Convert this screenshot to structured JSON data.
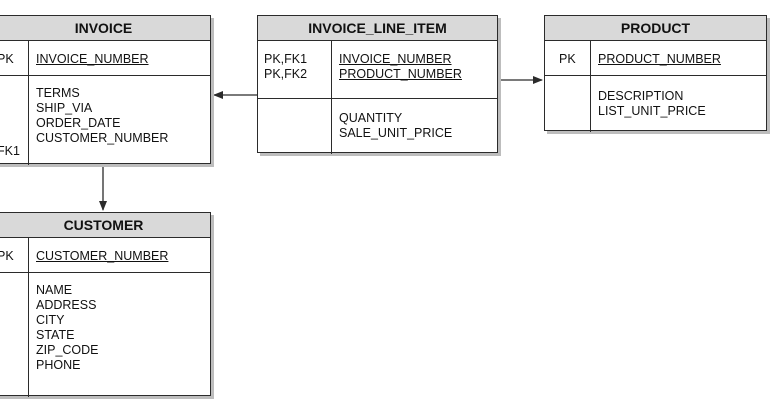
{
  "entities": {
    "invoice": {
      "title": "INVOICE",
      "pk_keys": [
        "PK"
      ],
      "pk_attrs": [
        "INVOICE_NUMBER"
      ],
      "attr_keys": [
        "",
        "",
        "",
        "FK1"
      ],
      "attrs": [
        "TERMS",
        "SHIP_VIA",
        "ORDER_DATE",
        "CUSTOMER_NUMBER"
      ]
    },
    "invoice_line_item": {
      "title": "INVOICE_LINE_ITEM",
      "pk_keys": [
        "PK,FK1",
        "PK,FK2"
      ],
      "pk_attrs": [
        "INVOICE_NUMBER",
        "PRODUCT_NUMBER"
      ],
      "attr_keys": [
        "",
        ""
      ],
      "attrs": [
        "QUANTITY",
        "SALE_UNIT_PRICE"
      ]
    },
    "product": {
      "title": "PRODUCT",
      "pk_keys": [
        "PK"
      ],
      "pk_attrs": [
        "PRODUCT_NUMBER"
      ],
      "attr_keys": [
        "",
        ""
      ],
      "attrs": [
        "DESCRIPTION",
        "LIST_UNIT_PRICE"
      ]
    },
    "customer": {
      "title": "CUSTOMER",
      "pk_keys": [
        "PK"
      ],
      "pk_attrs": [
        "CUSTOMER_NUMBER"
      ],
      "attr_keys": [
        "",
        "",
        "",
        "",
        "",
        ""
      ],
      "attrs": [
        "NAME",
        "ADDRESS",
        "CITY",
        "STATE",
        "ZIP_CODE",
        "PHONE"
      ]
    }
  },
  "relationships": [
    {
      "from": "invoice_line_item",
      "to": "invoice",
      "label": ""
    },
    {
      "from": "invoice_line_item",
      "to": "product",
      "label": ""
    },
    {
      "from": "invoice",
      "to": "customer",
      "label": ""
    }
  ],
  "colors": {
    "header_fill": "#d9d9d9",
    "border": "#2b2b2b",
    "shadow": "#bdbdbd"
  }
}
